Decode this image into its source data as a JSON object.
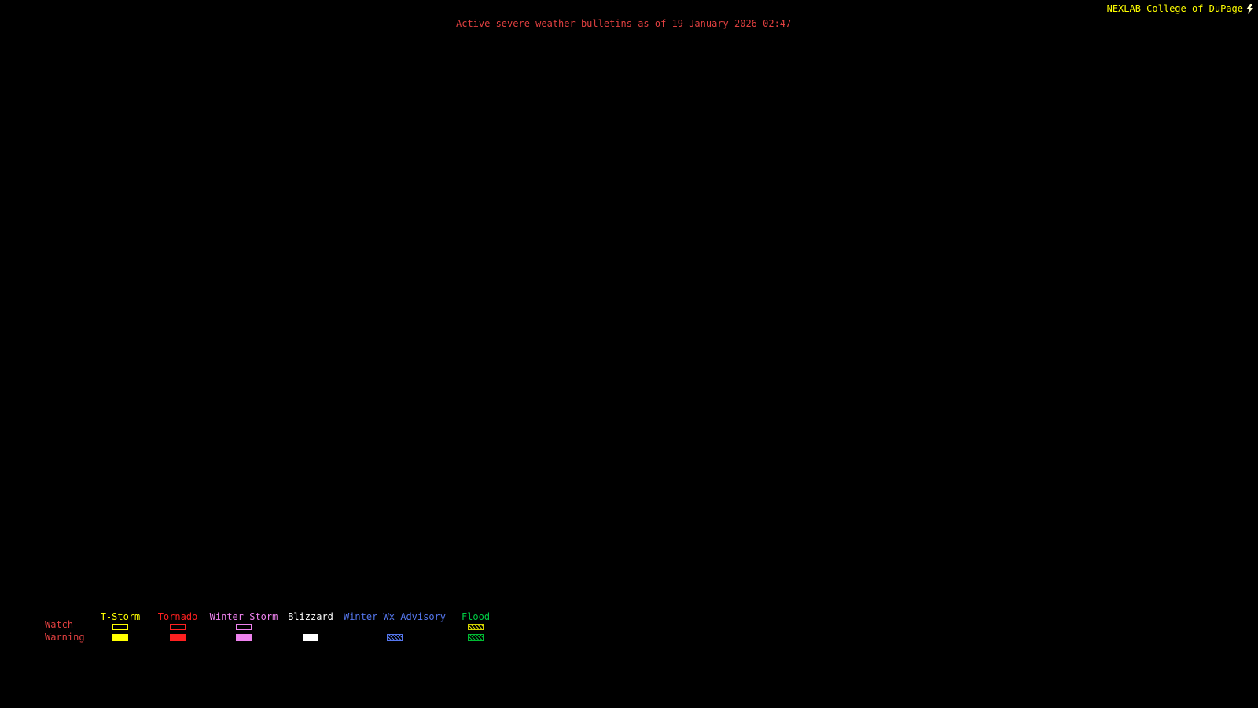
{
  "header": {
    "title": "Active severe weather bulletins as of 19 January 2026 02:47",
    "title_color": "#e04040",
    "branding": "NEXLAB-College of DuPage",
    "branding_color": "#ffff00"
  },
  "legend": {
    "watch_label": "Watch",
    "warning_label": "Warning",
    "row_label_color": "#e04040",
    "columns": [
      {
        "label": "T-Storm",
        "color": "#ffff00",
        "watch_style": "outline",
        "warning_style": "fill"
      },
      {
        "label": "Tornado",
        "color": "#ff2020",
        "watch_style": "outline",
        "warning_style": "fill"
      },
      {
        "label": "Winter Storm",
        "color": "#ee82ee",
        "watch_style": "outline",
        "warning_style": "fill"
      },
      {
        "label": "Blizzard",
        "color": "#ffffff",
        "watch_style": "none",
        "warning_style": "fill"
      },
      {
        "label": "Winter Wx Advisory",
        "color": "#5577ee",
        "watch_style": "none",
        "warning_style": "hatch"
      },
      {
        "label": "Flood",
        "color": "#00cc44",
        "watch_style": "hatch",
        "watch_color": "#d6d600",
        "warning_style": "hatch",
        "warning_color": "#00bb33"
      }
    ]
  }
}
